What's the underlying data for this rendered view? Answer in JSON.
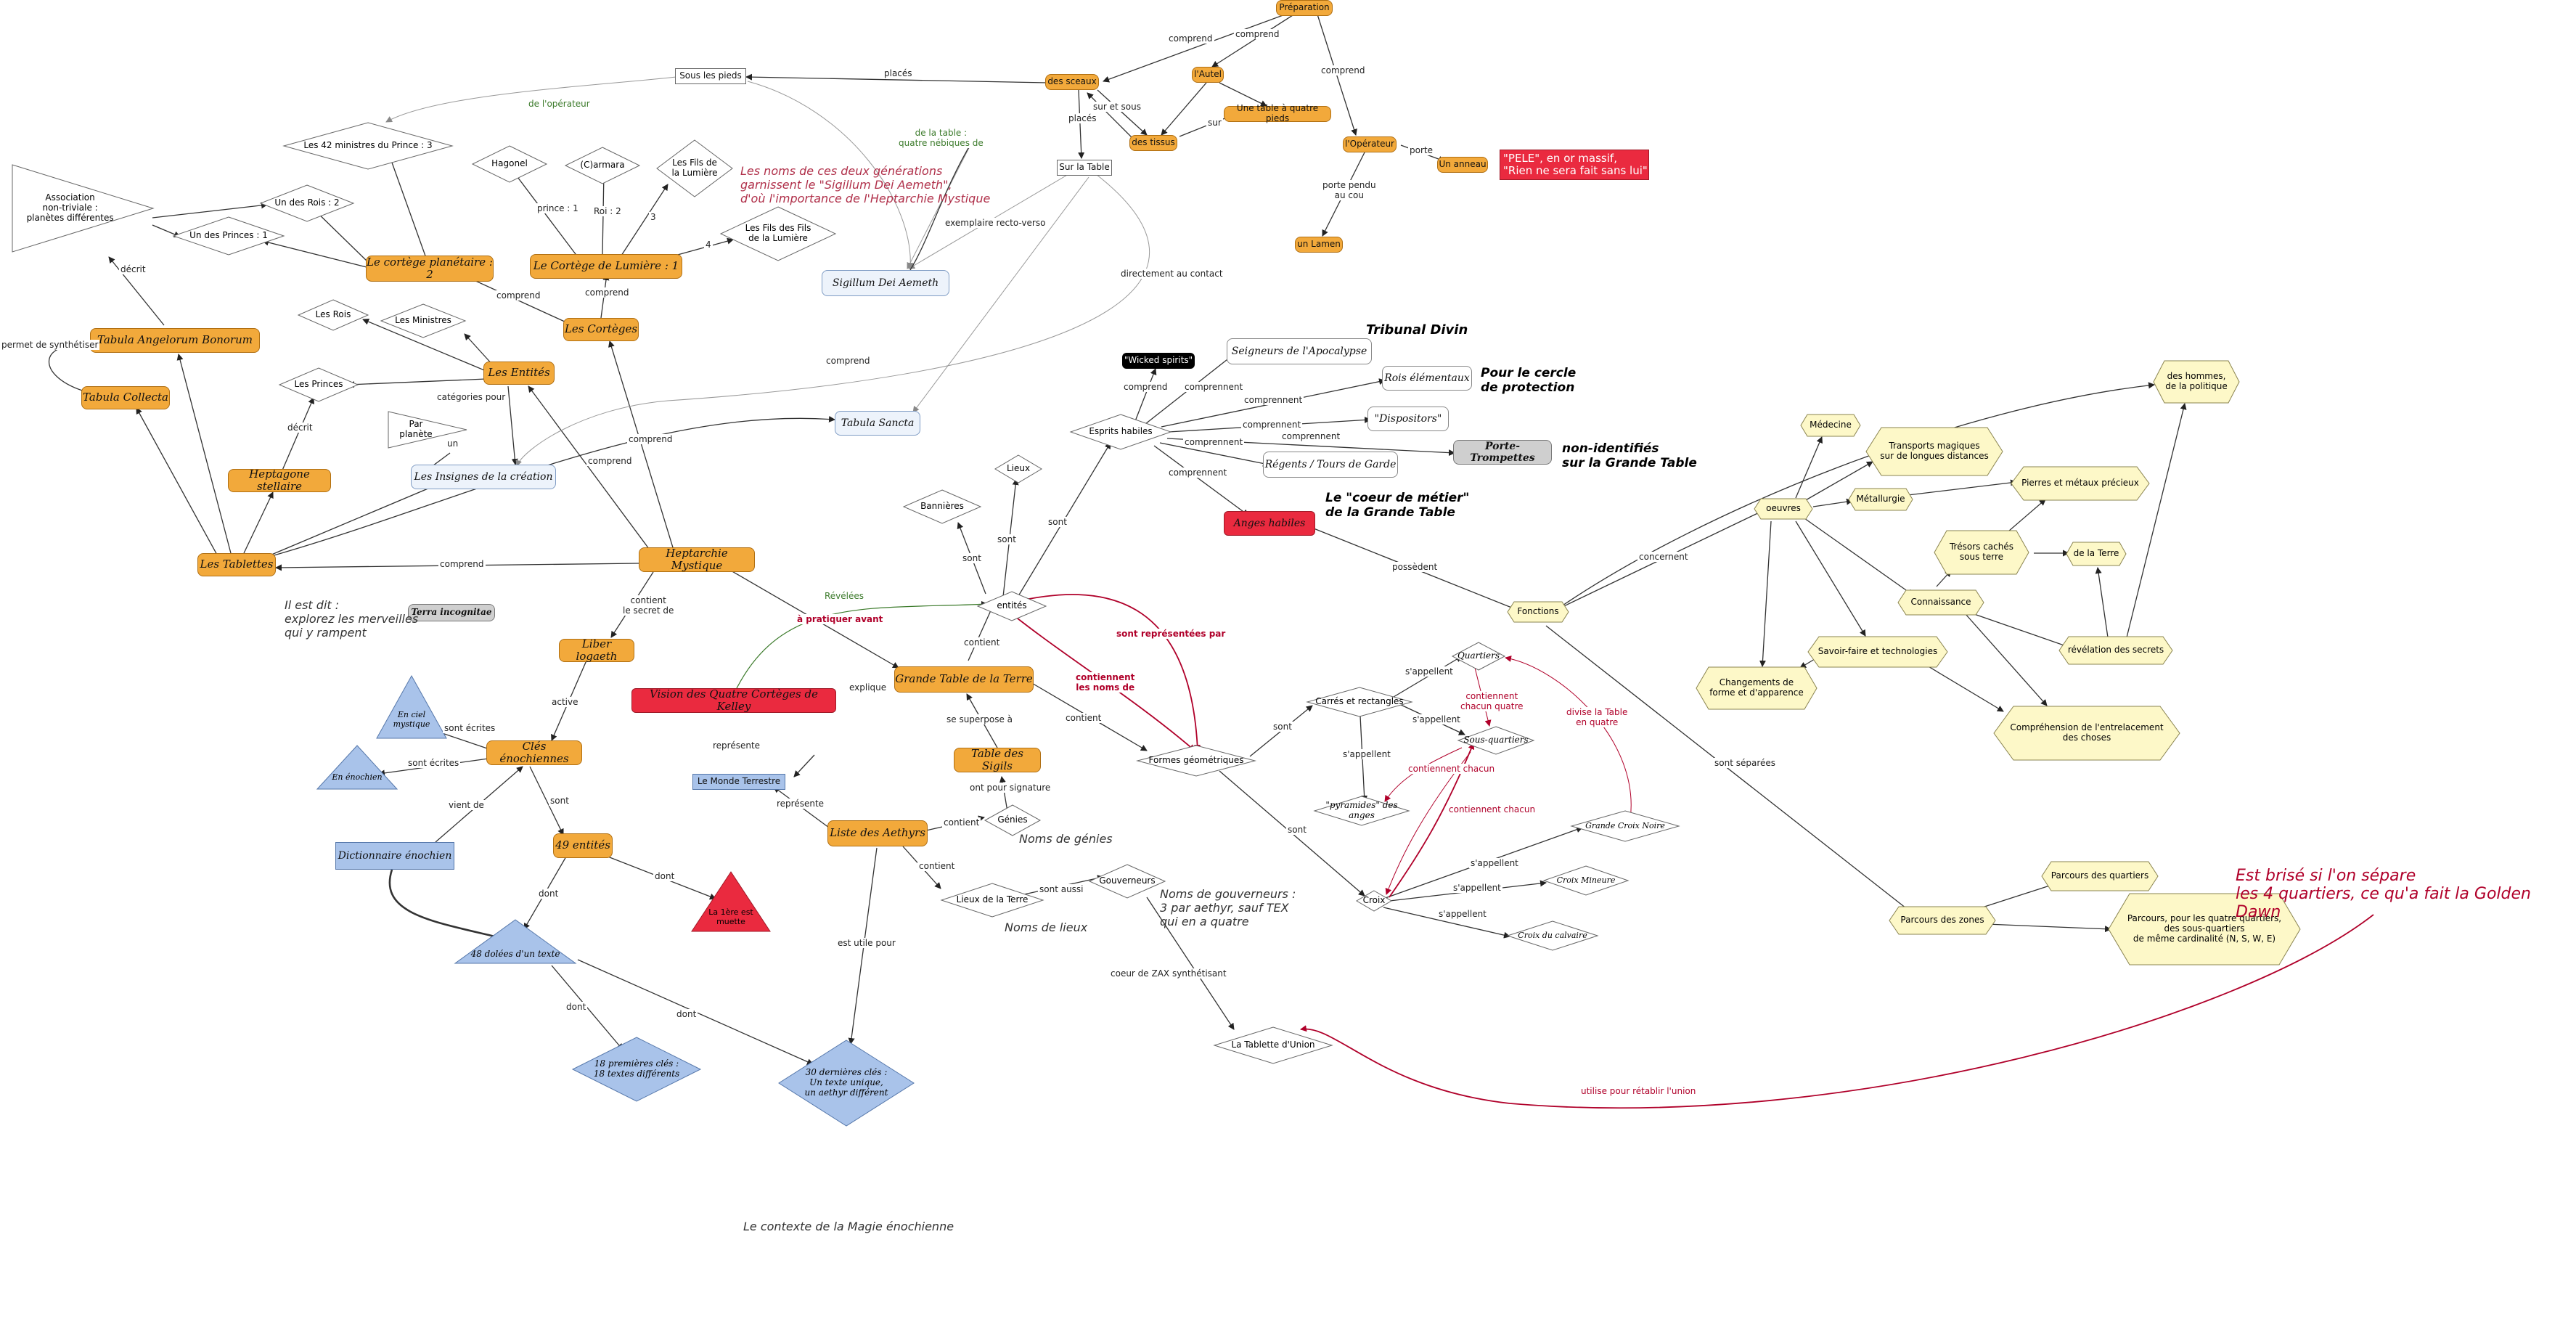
{
  "nodes": {
    "preparation": "Préparation",
    "des_sceaux": "des sceaux",
    "lautel": "l'Autel",
    "table_quatre": "Une table à quatre pieds",
    "des_tissus": "des tissus",
    "loperateur": "l'Opérateur",
    "un_anneau": "Un anneau",
    "un_lamen": "un Lamen",
    "pele": "\"PELE\", en or massif,\n\"Rien ne sera fait sans lui\"",
    "sous_pieds": "Sous les pieds",
    "sur_table": "Sur la Table",
    "sigillum": "Sigillum Dei Aemeth",
    "tabula_sancta": "Tabula Sancta",
    "ministres42": "Les 42 ministres du Prince : 3",
    "association": "Association\nnon-triviale :\nplanètes différentes",
    "un_des_rois": "Un des Rois : 2",
    "un_des_princes": "Un des Princes : 1",
    "hagonel": "Hagonel",
    "carmara": "(C)armara",
    "fils_lumiere": "Les Fils de\nla Lumière",
    "fils_fils": "Les Fils des Fils\nde la Lumière",
    "cortege_planetaire": "Le cortège planétaire : 2",
    "cortege_lumiere": "Le Cortège de Lumière : 1",
    "les_corteges": "Les Cortèges",
    "les_rois": "Les Rois",
    "les_ministres": "Les Ministres",
    "les_princes": "Les Princes",
    "les_entites": "Les Entités",
    "par_planete": "Par planète",
    "insignes": "Les Insignes de la création",
    "tabula_angelorum": "Tabula Angelorum Bonorum",
    "tabula_collecta": "Tabula Collecta",
    "heptagone_stellaire": "Heptagone stellaire",
    "les_tablettes": "Les Tablettes",
    "heptarchie": "Heptarchie Mystique",
    "terra_incognitae": "Terra incognitae",
    "liber_logaeth": "Liber logaeth",
    "vision": "Vision des Quatre Cortèges de Kelley",
    "grande_table": "Grande Table de la Terre",
    "monde_terrestre": "Le Monde Terrestre",
    "table_sigils": "Table des Sigils",
    "liste_aethyrs": "Liste des Aethyrs",
    "genies": "Génies",
    "lieux_terre": "Lieux de la Terre",
    "gouverneurs": "Gouverneurs",
    "tablette_union": "La Tablette d'Union",
    "cles_enochiennes": "Clés énochiennes",
    "en_ciel": "En ciel\nmystique",
    "en_enochien": "En énochien",
    "dictionnaire": "Dictionnaire énochien",
    "entites49": "49 entités",
    "lettre_muette": "La 1ère est\nmuette",
    "dolees48": "48 dolées d'un texte",
    "cles18": "18 premières clés :\n18 textes différents",
    "cles30": "30 dernières clés :\nUn texte unique,\nun aethyr différent",
    "bannieres": "Bannières",
    "lieux": "Lieux",
    "entites": "entités",
    "esprits_habiles": "Esprits habiles",
    "wicked_spirits": "\"Wicked spirits\"",
    "seigneurs": "Seigneurs de l'Apocalypse",
    "rois_elementaux": "Rois élémentaux",
    "dispositors": "\"Dispositors\"",
    "porte_trompettes": "Porte-Trompettes",
    "regents": "Régents / Tours de Garde",
    "anges_habiles": "Anges habiles",
    "formes_geo": "Formes géométriques",
    "carres": "Carrés et rectangles",
    "quartiers": "Quartiers",
    "sous_quartiers": "Sous-quartiers",
    "pyramides": "\"pyramides\" des anges",
    "croix": "Croix",
    "grande_croix_noire": "Grande Croix Noire",
    "croix_mineure": "Croix Mineure",
    "croix_calvaire": "Croix du calvaire",
    "fonctions": "Fonctions",
    "oeuvres": "oeuvres",
    "medecine": "Médecine",
    "transports": "Transports magiques\nsur de longues distances",
    "metallurgie": "Métallurgie",
    "pierres": "Pierres et métaux précieux",
    "tresors": "Trésors cachés\nsous terre",
    "de_la_terre": "de la Terre",
    "connaissance": "Connaissance",
    "revelation": "révélation des secrets",
    "hommes": "des hommes,\nde la politique",
    "savoir_faire": "Savoir-faire et technologies",
    "changements": "Changements de\nforme et d'apparence",
    "comprehension": "Compréhension de l'entrelacement\ndes choses",
    "parcours_zones": "Parcours des zones",
    "parcours_quartiers": "Parcours des quartiers",
    "parcours_sous": "Parcours, pour les quatre quartiers,\ndes sous-quartiers\nde même cardinalité (N, S, W, E)"
  },
  "edge_labels": {
    "comprend1": "comprend",
    "comprend2": "comprend",
    "comprend3": "comprend",
    "places1": "placés",
    "places2": "placés",
    "sur_sous": "sur et sous",
    "sur": "sur",
    "porte": "porte",
    "porte_cou": "porte pendu\nau cou",
    "de_operateur": "de l'opérateur",
    "de_table": "de la table :\nquatre nébiques de",
    "exemplaire": "exemplaire recto-verso",
    "directement": "directement au contact",
    "comprend_sancta": "comprend",
    "prince1": "prince : 1",
    "roi2": "Roi : 2",
    "n3": "3",
    "n4": "4",
    "comprend_corteges1": "comprend",
    "comprend_corteges2": "comprend",
    "comprend_heptarchie": "comprend",
    "comprend_heptarchie2": "comprend",
    "decrit1": "décrit",
    "decrit2": "décrit",
    "permet": "permet de synthétiser",
    "categories": "catégories pour",
    "un": "un",
    "comprend_tablettes": "comprend",
    "contient_secret": "contient\nle secret de",
    "revelees": "Révélées",
    "pratiquer": "à pratiquer avant",
    "explique": "explique",
    "active": "active",
    "sont_ecrites1": "sont écrites",
    "sont_ecrites2": "sont écrites",
    "vient_de": "vient de",
    "sont1": "sont",
    "dont1": "dont",
    "dont2": "dont",
    "dont3": "dont",
    "dont4": "dont",
    "represente1": "représente",
    "represente2": "représente",
    "superpose": "se superpose à",
    "contient_gt": "contient",
    "signature": "ont pour signature",
    "contient_la": "contient",
    "contient_la2": "contient",
    "sont_aussi": "sont aussi",
    "coeur_zax": "coeur de ZAX synthétisant",
    "est_utile": "est utile pour",
    "utilise_union": "utilise pour rétablir l'union",
    "sont_bann": "sont",
    "sont_lieux": "sont",
    "sont_esprits": "sont",
    "representees": "sont représentées par",
    "contiennent_noms": "contiennent\nles noms de",
    "contient_fg": "contient",
    "comprend_e1": "comprend",
    "comprennent1": "comprennent",
    "comprennent2": "comprennent",
    "comprennent3": "comprennent",
    "comprennent4": "comprennent",
    "comprennent5": "comprennent",
    "comprennent6": "comprennent",
    "sont_fg1": "sont",
    "sont_fg2": "sont",
    "sappellent1": "s'appellent",
    "sappellent2": "s'appellent",
    "sappellent3": "s'appellent",
    "sappellent4": "s'appellent",
    "sappellent5": "s'appellent",
    "sappellent6": "s'appellent",
    "contiennent_quatre": "contiennent\nchacun quatre",
    "contiennent_chacun": "contiennent chacun",
    "contiennent_chacun2": "contiennent chacun",
    "divise": "divise la Table\nen quatre",
    "possedent": "possèdent",
    "concernent": "concernent",
    "sont_separees": "sont séparées"
  },
  "annotations": {
    "tribunal": "Tribunal Divin",
    "cercle": "Pour le cercle\nde protection",
    "non_identifies": "non-identifiés\nsur la Grande Table",
    "coeur_metier": "Le \"coeur de métier\"\nde la Grande Table",
    "generations": "Les noms de ces deux générations\ngarnissent le \"Sigillum Dei Aemeth\",\nd'où l'importance de l'Heptarchie Mystique",
    "il_est_dit": "Il est dit :\nexplorez les merveilles\nqui y rampent",
    "noms_genies": "Noms de génies",
    "noms_lieux": "Noms de lieux",
    "noms_gouverneurs": "Noms de gouverneurs :\n3 par aethyr, sauf TEX\nqui en a quatre",
    "golden_dawn": "Est brisé si l'on sépare\nles 4 quartiers, ce qu'a fait la Golden Dawn",
    "contexte": "Le contexte de la Magie énochienne"
  },
  "colors": {
    "orange": "#f2a93b",
    "light_blue": "#a9c3ea",
    "red": "#ea2a3f",
    "yellow": "#fdf8c8",
    "dark_red_arrow": "#b0002a",
    "green_arrow": "#3b7a2a"
  }
}
